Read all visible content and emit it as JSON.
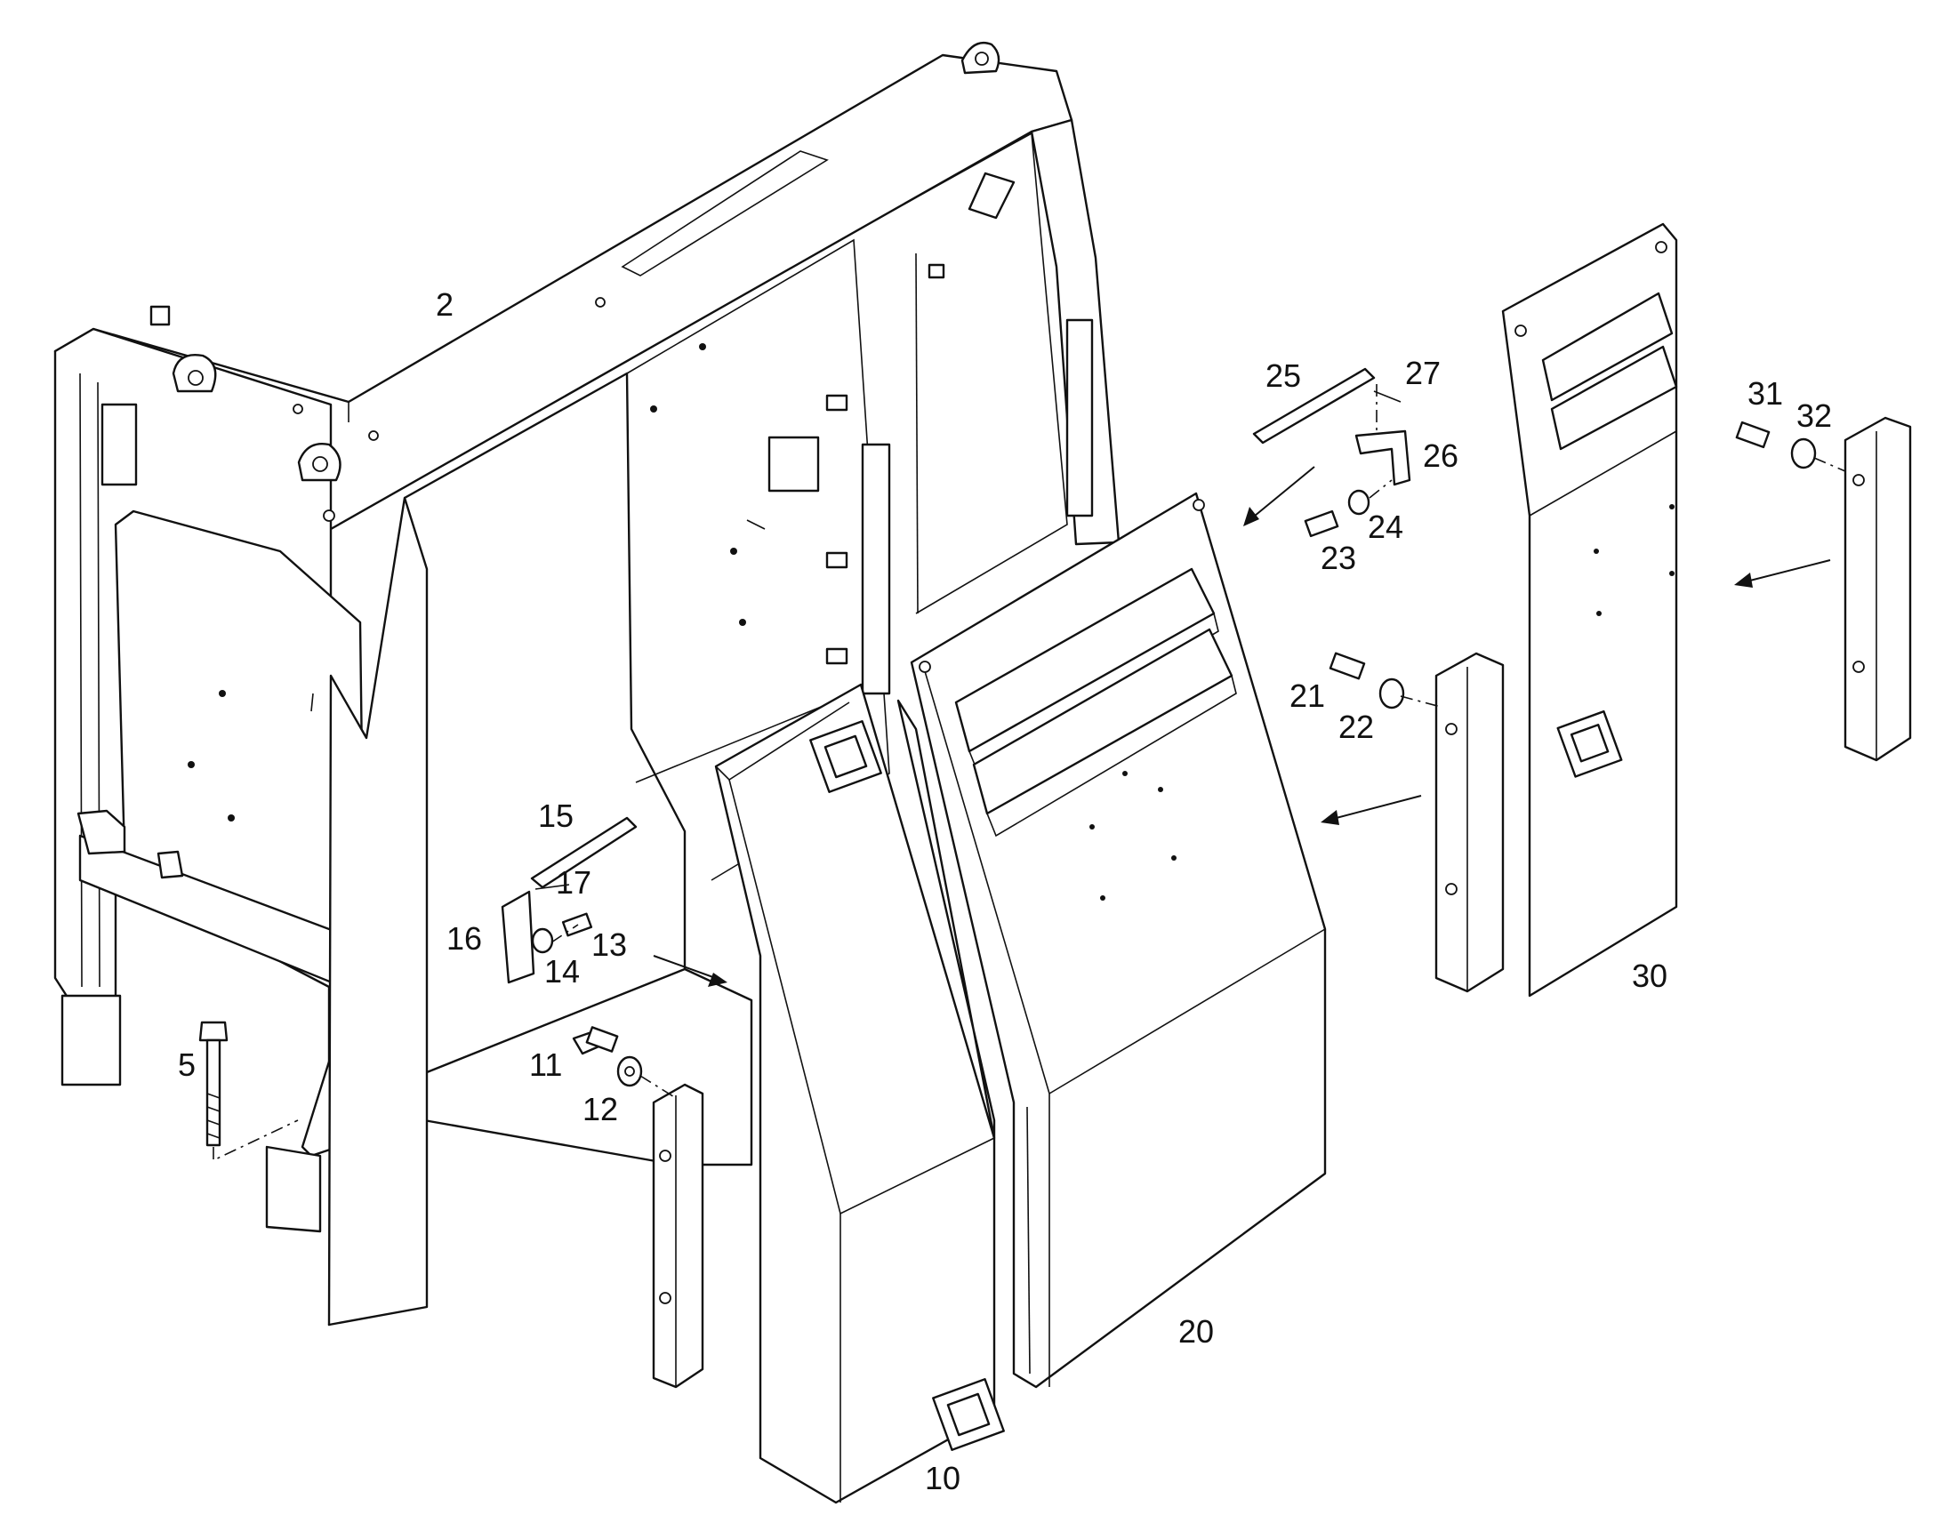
{
  "callouts": {
    "c2": "2",
    "c5": "5",
    "c10": "10",
    "c11": "11",
    "c12": "12",
    "c13": "13",
    "c14": "14",
    "c15": "15",
    "c16": "16",
    "c17": "17",
    "c20": "20",
    "c21": "21",
    "c22": "22",
    "c23": "23",
    "c24": "24",
    "c25": "25",
    "c26": "26",
    "c27": "27",
    "c30": "30",
    "c31": "31",
    "c32": "32"
  },
  "colors": {
    "line": "#111111",
    "background": "#ffffff"
  }
}
